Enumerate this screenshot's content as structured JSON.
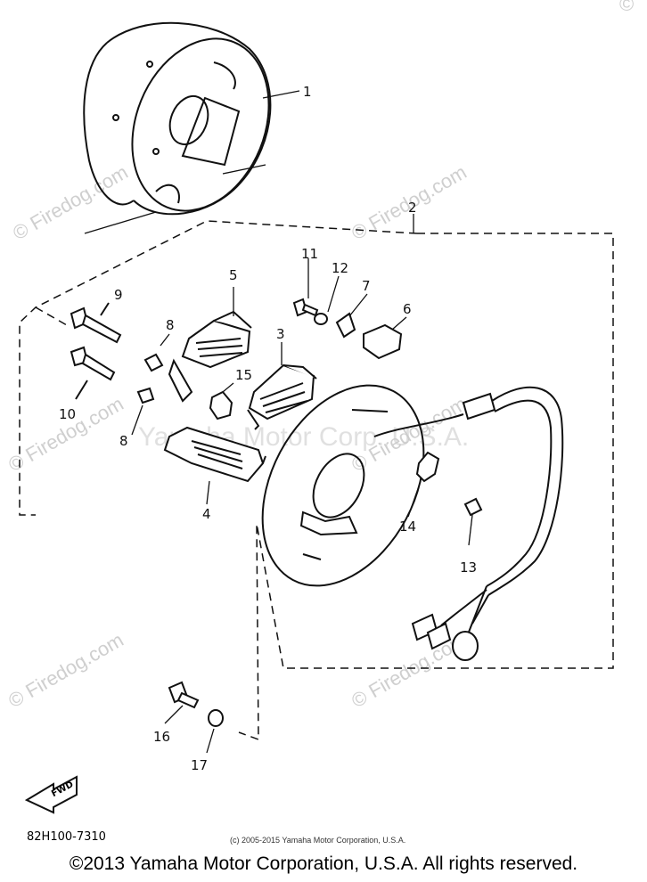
{
  "watermarks": {
    "site_left": "© Firedog.com",
    "site_top": "© Firedog.com",
    "site_mid_left": "© Firedog.com",
    "site_mid_right": "© Firedog.com",
    "site_lower_left": "© Firedog.com",
    "site_lower_right": "© Firedog.com",
    "site_top_right": "©",
    "center": "Yamaha Motor Corp. U.S.A."
  },
  "callouts": [
    {
      "id": "1",
      "label": "1"
    },
    {
      "id": "2",
      "label": "2"
    },
    {
      "id": "3",
      "label": "3"
    },
    {
      "id": "4",
      "label": "4"
    },
    {
      "id": "5",
      "label": "5"
    },
    {
      "id": "6",
      "label": "6"
    },
    {
      "id": "7",
      "label": "7"
    },
    {
      "id": "8a",
      "label": "8"
    },
    {
      "id": "8b",
      "label": "8"
    },
    {
      "id": "9",
      "label": "9"
    },
    {
      "id": "10",
      "label": "10"
    },
    {
      "id": "11",
      "label": "11"
    },
    {
      "id": "12",
      "label": "12"
    },
    {
      "id": "13",
      "label": "13"
    },
    {
      "id": "14",
      "label": "14"
    },
    {
      "id": "15",
      "label": "15"
    },
    {
      "id": "16",
      "label": "16"
    },
    {
      "id": "17",
      "label": "17"
    }
  ],
  "fwd_label": "FWD",
  "part_number": "82H100-7310",
  "copyright_small": "(c) 2005-2015 Yamaha Motor Corporation, U.S.A.",
  "copyright_main": "©2013 Yamaha Motor Corporation, U.S.A. All rights reserved."
}
